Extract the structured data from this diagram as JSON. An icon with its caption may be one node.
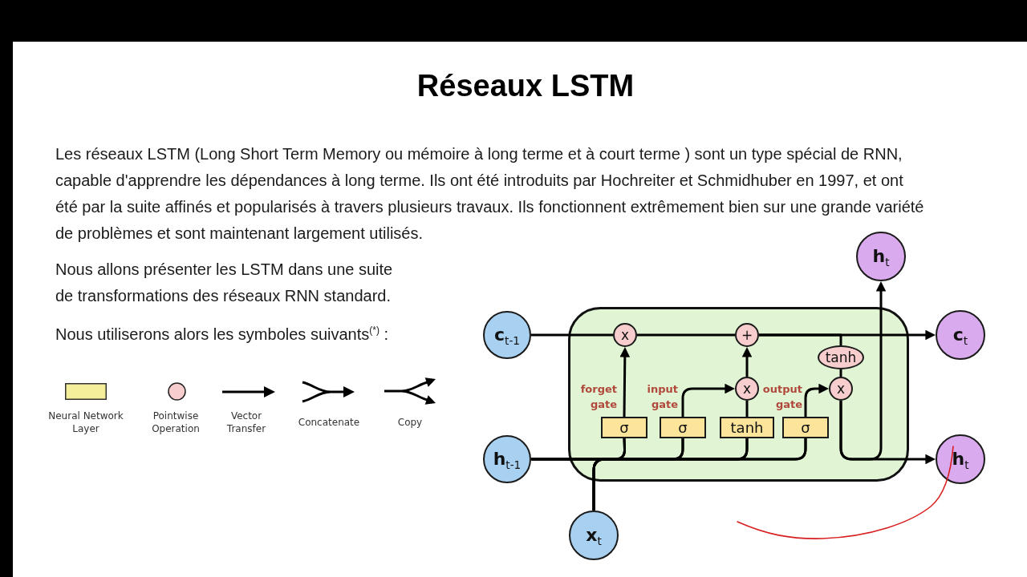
{
  "diagram": {
    "title": "Réseaux LSTM",
    "nodes": [
      {
        "text": [
          "**h**$_{t}$"
        ]
      },
      {
        "text": [],
        "shape": "box"
      },
      {
        "text": [
          "**c**$_{t-1}$"
        ]
      },
      {
        "text": [
          "x"
        ],
        "in": 1
      },
      {
        "text": [
          "+"
        ],
        "in": 1
      },
      {
        "text": [
          "**c**$_{t}$"
        ]
      },
      {
        "text": [
          "tanh"
        ],
        "in": 1
      },
      {
        "text": [
          "x"
        ],
        "in": 1
      },
      {
        "text": [
          "x"
        ],
        "in": 1
      },
      {
        "text": [
          "σ"
        ],
        "in": 1,
        "beside": [
          "forget gate"
        ]
      },
      {
        "text": [
          "σ"
        ],
        "in": 1,
        "beside": [
          "input gate"
        ]
      },
      {
        "text": [
          "tanh"
        ],
        "in": 1
      },
      {
        "text": [
          "σ"
        ],
        "in": 1,
        "beside": [
          "output gate"
        ]
      },
      {
        "text": [
          "**h**$_{t-1}$"
        ]
      },
      {
        "text": [
          "**h**$_{t}$"
        ]
      },
      {
        "text": [
          "**x**$_{t}$"
        ]
      }
    ],
    "edges": [
      {
        "from": 2,
        "to": 3,
        "arrow": "none"
      },
      {
        "from": 3,
        "to": 4,
        "arrow": "none"
      },
      {
        "from": 4,
        "to": 5,
        "arrow": "to"
      },
      {
        "from": 4,
        "to": 6,
        "arrow": "none"
      },
      {
        "from": 6,
        "to": 8,
        "arrow": "none"
      },
      {
        "from": 9,
        "to": 3,
        "arrow": "to"
      },
      {
        "from": 10,
        "to": 7,
        "arrow": "to"
      },
      {
        "from": 11,
        "to": 7,
        "arrow": "none"
      },
      {
        "from": 7,
        "to": 4,
        "arrow": "to"
      },
      {
        "from": 12,
        "to": 8,
        "arrow": "to"
      },
      {
        "from": 8,
        "to": 14,
        "arrow": "to"
      },
      {
        "from": 8,
        "to": 0,
        "arrow": "to"
      },
      {
        "from": 13,
        "to": 9,
        "arrow": "none"
      },
      {
        "from": 13,
        "to": 10,
        "arrow": "none"
      },
      {
        "from": 13,
        "to": 11,
        "arrow": "none"
      },
      {
        "from": 13,
        "to": 12,
        "arrow": "none"
      },
      {
        "from": 15,
        "to": 9,
        "arrow": "none"
      },
      {
        "from": 15,
        "to": 10,
        "arrow": "none"
      },
      {
        "from": 15,
        "to": 11,
        "arrow": "none"
      },
      {
        "from": 15,
        "to": 12,
        "arrow": "none"
      }
    ],
    "labels": [
      "Les réseaux LSTM (Long Short Term Memory ou mémoire à long terme et à court terme ) sont un type spécial de RNN, capable d'apprendre les dépendances à long terme. Ils ont été introduits par Hochreiter et Schmidhuber en 1997, et ont été par la suite affinés et popularisés à travers plusieurs travaux. Ils fonctionnent extrêmement bien sur une grande variété de problèmes et sont maintenant largement utilisés.",
      "Nous allons présenter les LSTM dans une suite de transformations des réseaux RNN standard.",
      "Nous utiliserons alors les symboles suivants$^{(*)}$ :"
    ],
    "legend": [
      {
        "text": "Neural Network Layer",
        "color": "#f5ef9c"
      },
      {
        "text": "Pointwise Operation"
      },
      {
        "text": "Vector Transfer"
      },
      {
        "text": "Concatenate"
      },
      {
        "text": "Copy"
      }
    ]
  }
}
